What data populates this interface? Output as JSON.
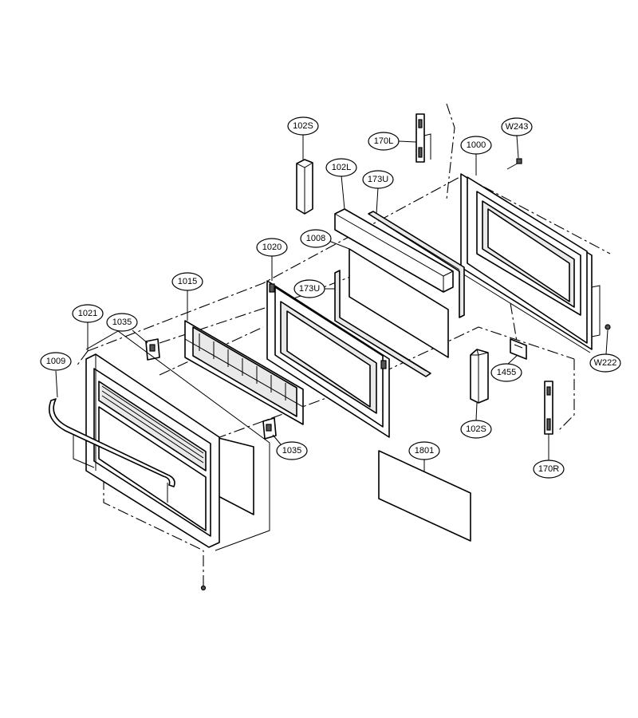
{
  "callouts": {
    "c1009": "1009",
    "c1021": "1021",
    "c1035a": "1035",
    "c1015": "1015",
    "c1020": "1020",
    "c173u_lower": "173U",
    "c1008": "1008",
    "c102l": "102L",
    "c173u_upper": "173U",
    "c102s_top": "102S",
    "c170l": "170L",
    "c1000": "1000",
    "cw243": "W243",
    "cw222": "W222",
    "c1455": "1455",
    "c102s_bottom": "102S",
    "c170r": "170R",
    "c1801": "1801",
    "c1035b": "1035"
  }
}
